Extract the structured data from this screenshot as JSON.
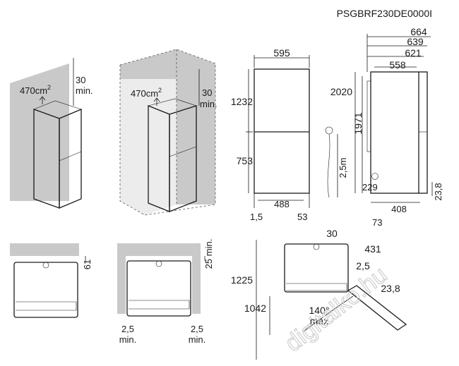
{
  "model": "PSGBRF230DE0000I",
  "diagram_labels": {
    "ventilation_area_1": "470cm",
    "ventilation_area_1_sup": "2",
    "top_clearance_1_value": "30",
    "top_clearance_1_unit": "min.",
    "ventilation_area_2": "470cm",
    "ventilation_area_2_sup": "2",
    "top_clearance_2_value": "30",
    "top_clearance_2_unit": "min.",
    "front_width": "595",
    "upper_height": "1232",
    "lower_height": "753",
    "feet_span": "488",
    "left_offset": "1,5",
    "right_offset": "53",
    "cable_length": "2,5m",
    "depth_664": "664",
    "depth_639": "639",
    "depth_621": "621",
    "depth_558": "558",
    "total_height": "2020",
    "height_1971": "1971",
    "socket_height": "229",
    "foot_depth": "408",
    "hinge_offset": "73",
    "bottom_height": "23,8",
    "back_gap_1": "61",
    "back_gap_2": "25 min.",
    "side_gap_left_value": "2,5",
    "side_gap_left_unit": "min.",
    "side_gap_right_value": "2,5",
    "side_gap_right_unit": "min.",
    "door_gap": "30",
    "door_depth": "431",
    "door_clearance": "2,5",
    "door_clearance_2": "23,8",
    "open_width_1225": "1225",
    "open_width_1042": "1042",
    "door_angle": "140°",
    "door_angle_unit": "max"
  },
  "watermark": "digitalko.hu",
  "colors": {
    "line": "#1a1a1a",
    "wall": "#c9c9c9",
    "watermark": "#cfcfcf"
  }
}
